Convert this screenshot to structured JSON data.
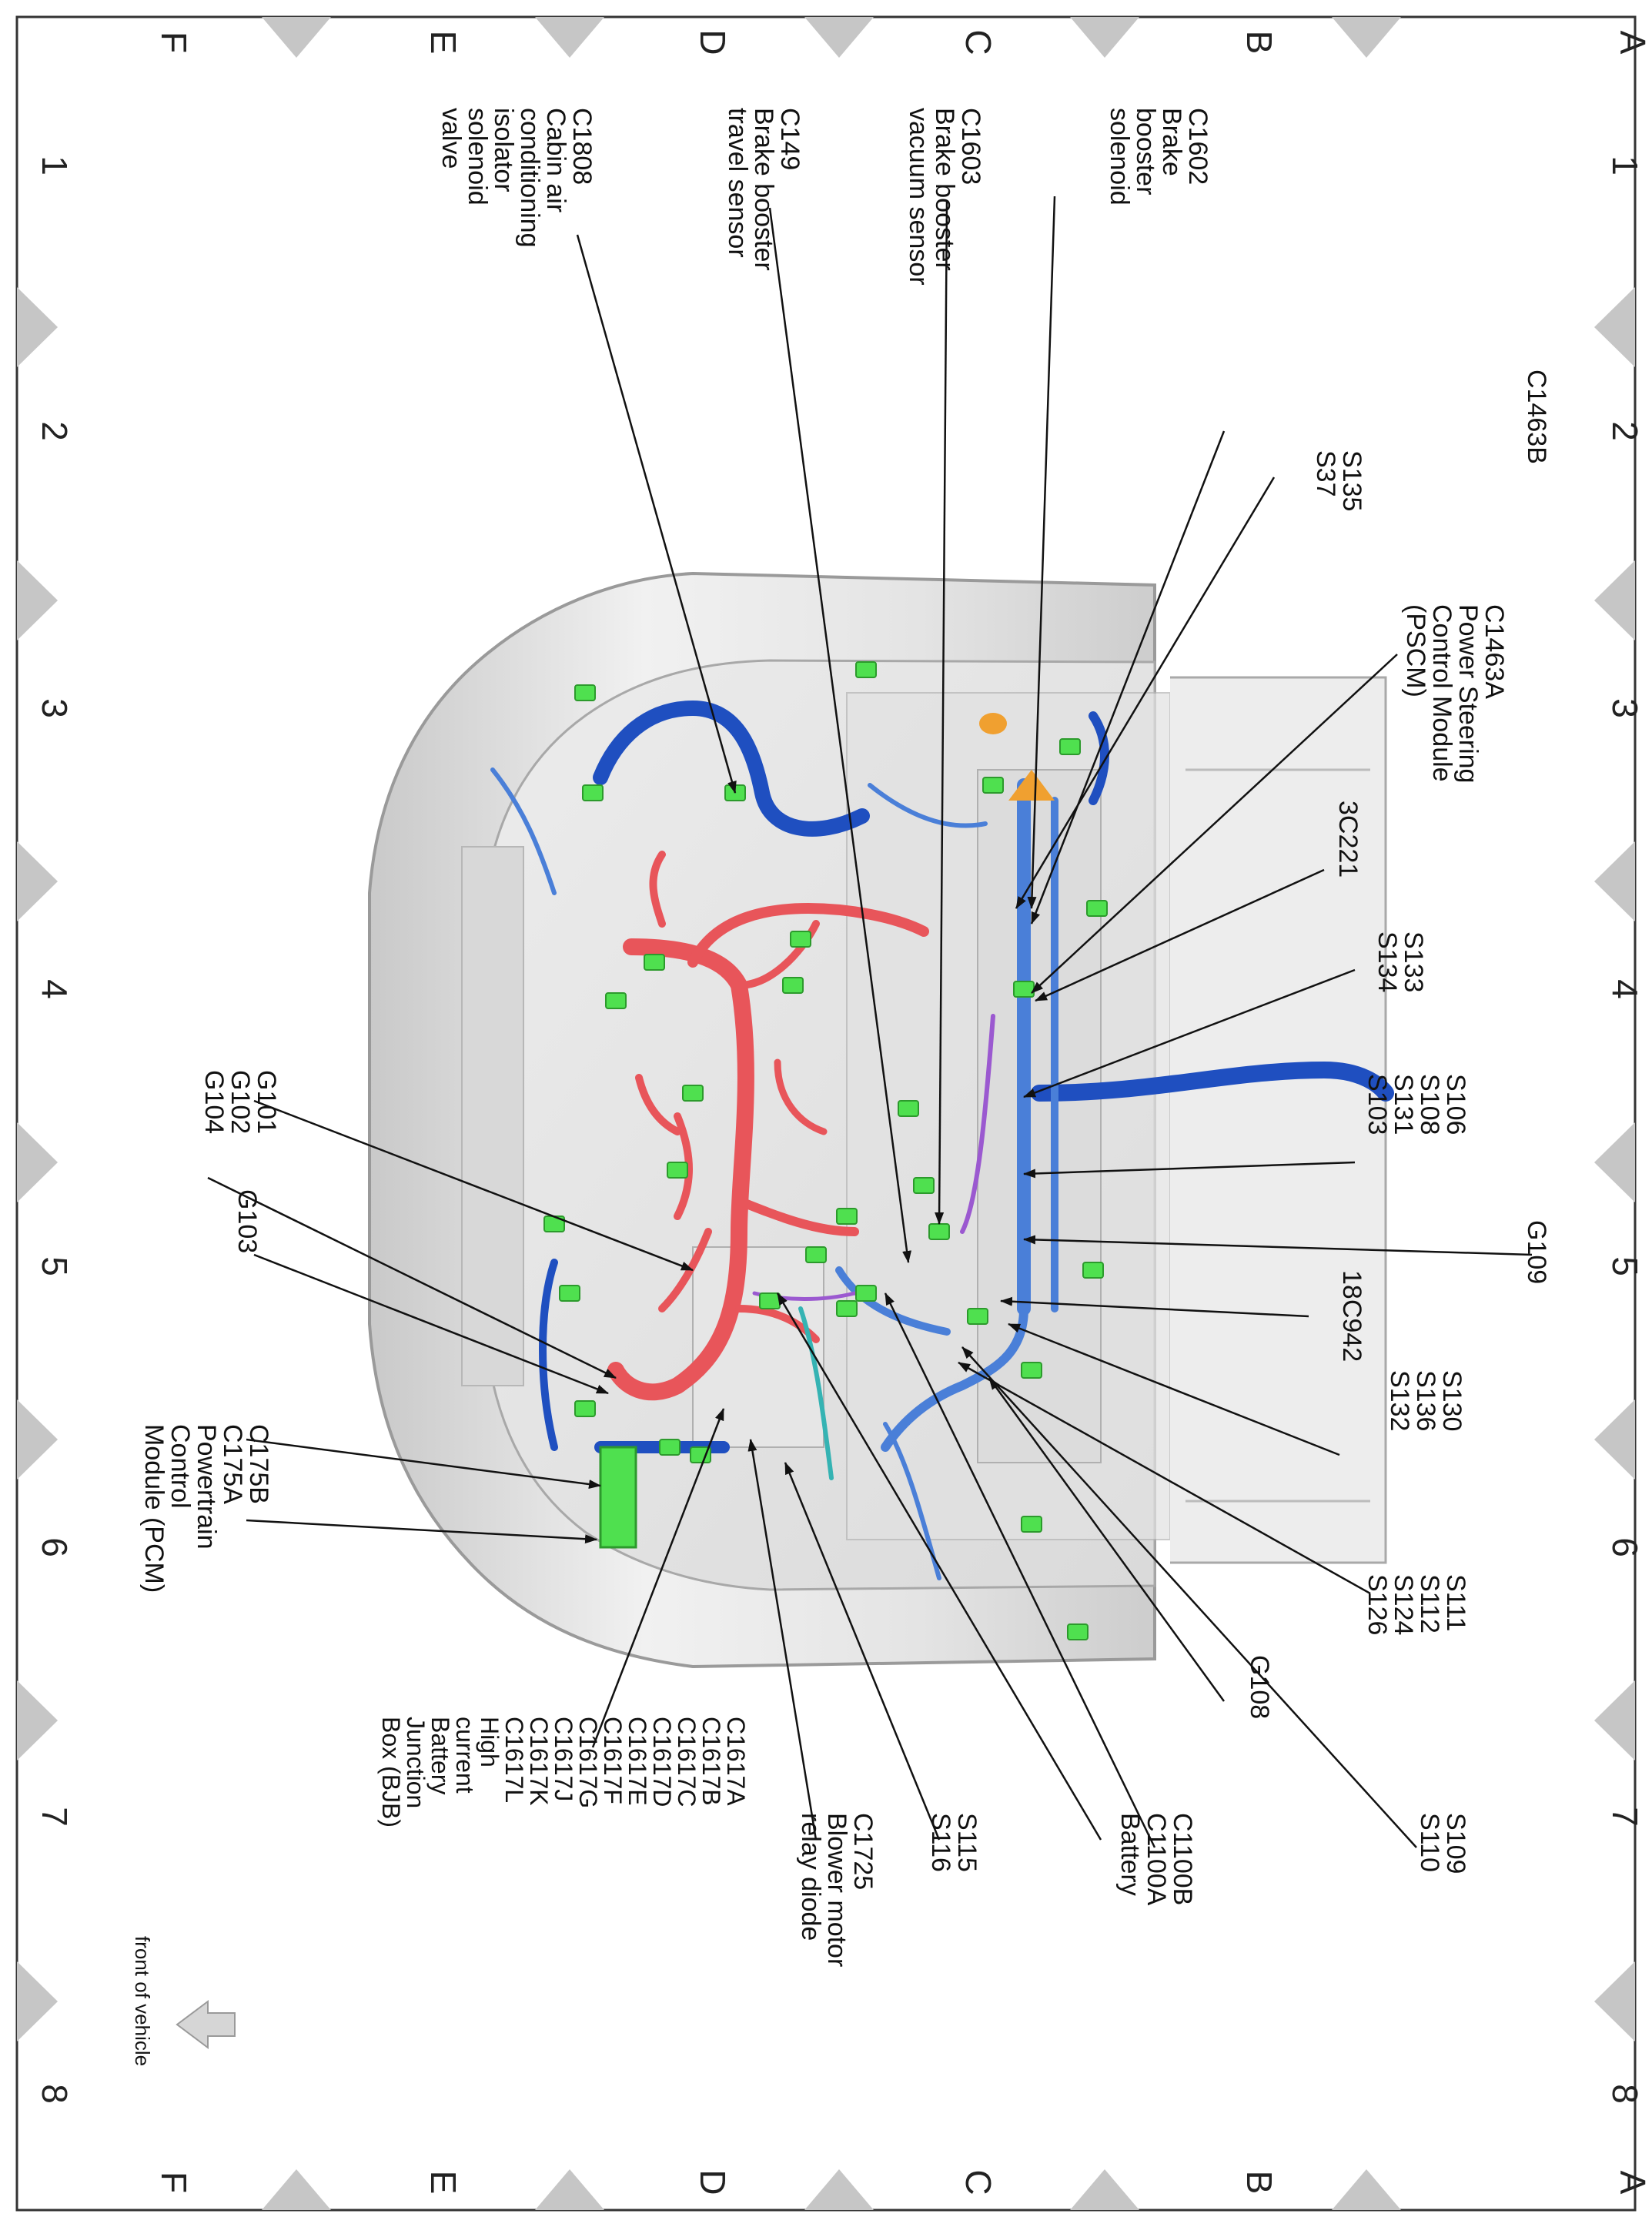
{
  "grid": {
    "rows": [
      "A",
      "B",
      "C",
      "D",
      "E",
      "F"
    ],
    "columns": [
      "1",
      "2",
      "3",
      "4",
      "5",
      "6",
      "7",
      "8"
    ]
  },
  "labels": [
    {
      "id": "c1602",
      "lines": [
        "C1602",
        "Brake",
        "booster",
        "solenoid"
      ]
    },
    {
      "id": "c1603",
      "lines": [
        "C1603",
        "Brake booster",
        "vacuum sensor"
      ]
    },
    {
      "id": "c149",
      "lines": [
        "C149",
        "Brake booster",
        "travel sensor"
      ]
    },
    {
      "id": "c1808",
      "lines": [
        "C1808",
        "Cabin air",
        "conditioning",
        "isolator",
        "solenoid",
        "valve"
      ]
    },
    {
      "id": "c1463b",
      "lines": [
        "C1463B"
      ]
    },
    {
      "id": "s135",
      "lines": [
        "S135",
        "S37"
      ]
    },
    {
      "id": "c1463a",
      "lines": [
        "C1463A",
        "Power Steering",
        "Control Module",
        "(PSCM)"
      ]
    },
    {
      "id": "c3c221",
      "lines": [
        "3C221"
      ]
    },
    {
      "id": "s133",
      "lines": [
        "S133",
        "S134"
      ]
    },
    {
      "id": "s106",
      "lines": [
        "S106",
        "S108",
        "S131",
        "S103"
      ]
    },
    {
      "id": "g109",
      "lines": [
        "G109"
      ]
    },
    {
      "id": "c18c942",
      "lines": [
        "18C942"
      ]
    },
    {
      "id": "s130",
      "lines": [
        "S130",
        "S136",
        "S132"
      ]
    },
    {
      "id": "s111",
      "lines": [
        "S111",
        "S112",
        "S124",
        "S126"
      ]
    },
    {
      "id": "g108",
      "lines": [
        "G108"
      ]
    },
    {
      "id": "s109",
      "lines": [
        "S109",
        "S110"
      ]
    },
    {
      "id": "c1100b",
      "lines": [
        "C1100B",
        "C1100A",
        "Battery"
      ]
    },
    {
      "id": "s115",
      "lines": [
        "S115",
        "S116"
      ]
    },
    {
      "id": "c1725",
      "lines": [
        "C1725",
        "Blower motor",
        "relay diode"
      ]
    },
    {
      "id": "c1617",
      "lines": [
        "C1617A",
        "C1617B",
        "C1617C",
        "C1617D",
        "C1617E",
        "C1617F",
        "C1617G",
        "C1617J",
        "C1617K",
        "C1617L",
        "High",
        "current",
        "Battery",
        "Junction",
        "Box (BJB)"
      ]
    },
    {
      "id": "c175",
      "lines": [
        "C175B",
        "C175A",
        "Powertrain",
        "Control",
        "Module (PCM)"
      ]
    },
    {
      "id": "g101",
      "lines": [
        "G101",
        "G102",
        "G104"
      ]
    },
    {
      "id": "g103",
      "lines": [
        "G103"
      ]
    }
  ],
  "front_indicator": {
    "text": "front of vehicle",
    "icon": "arrow-icon"
  },
  "colors": {
    "harness_blue": "#1f4fc0",
    "harness_light_blue": "#4a7fd8",
    "harness_red": "#e8555a",
    "connector_green": "#4fe04f",
    "harness_purple": "#9b59d0",
    "harness_teal": "#35b3b3",
    "marker_gray": "#c6c6c6"
  }
}
